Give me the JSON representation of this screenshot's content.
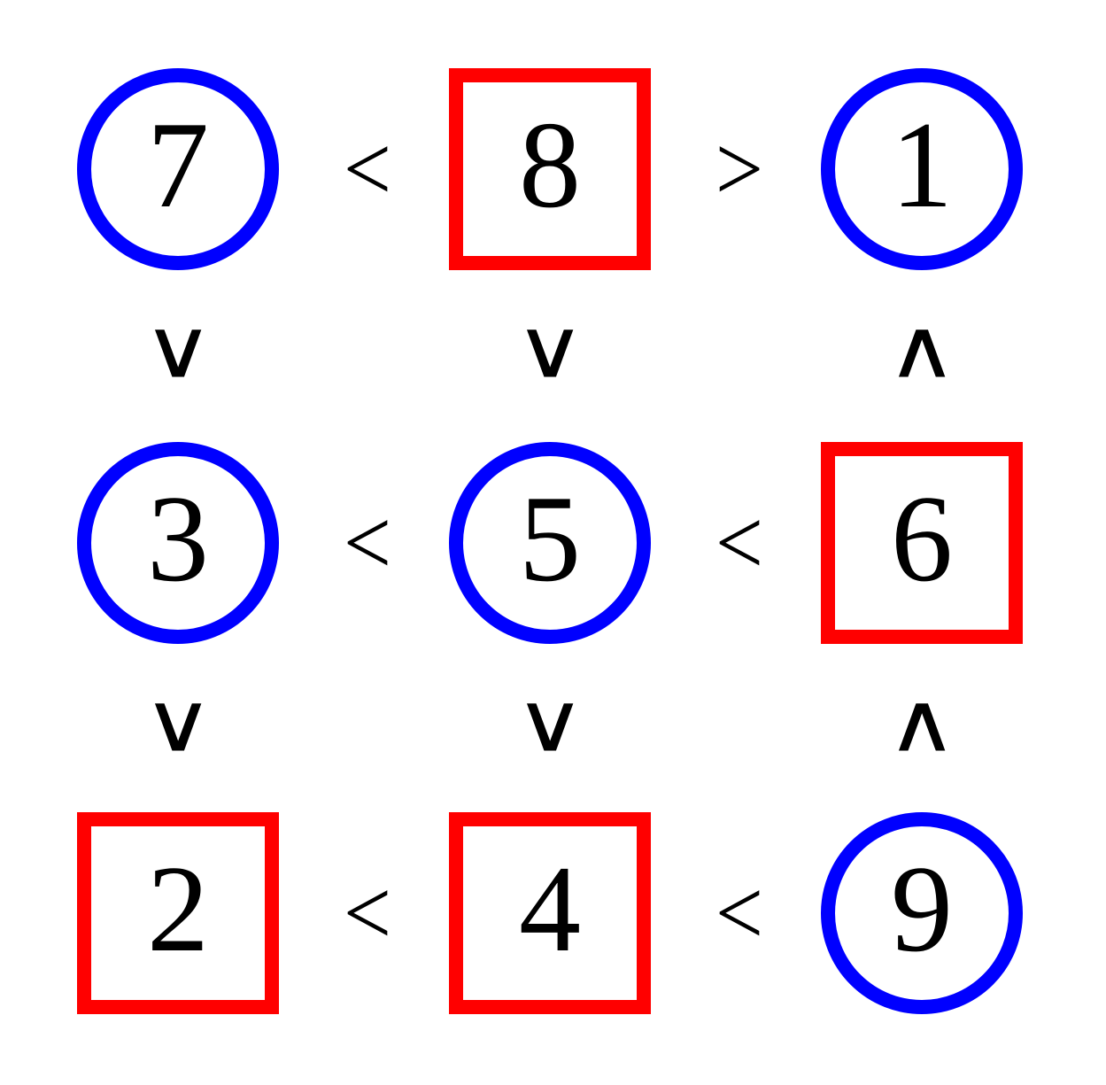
{
  "puzzle": {
    "kind": "futoshiki-inequality-grid",
    "rows": 3,
    "columns": 3,
    "background_color": "#ffffff",
    "shape_colors": {
      "circle_border": "#0000ff",
      "square_border": "#ff0000",
      "cell_fill": "#ffffff",
      "digit_color": "#000000",
      "operator_color": "#000000"
    },
    "cells": [
      {
        "id": "cell-r1c1",
        "row": 1,
        "col": 1,
        "value": "7",
        "shape": "circle",
        "color": "#0000ff"
      },
      {
        "id": "cell-r1c2",
        "row": 1,
        "col": 2,
        "value": "8",
        "shape": "square",
        "color": "#ff0000"
      },
      {
        "id": "cell-r1c3",
        "row": 1,
        "col": 3,
        "value": "1",
        "shape": "circle",
        "color": "#0000ff"
      },
      {
        "id": "cell-r2c1",
        "row": 2,
        "col": 1,
        "value": "3",
        "shape": "circle",
        "color": "#0000ff"
      },
      {
        "id": "cell-r2c2",
        "row": 2,
        "col": 2,
        "value": "5",
        "shape": "circle",
        "color": "#0000ff"
      },
      {
        "id": "cell-r2c3",
        "row": 2,
        "col": 3,
        "value": "6",
        "shape": "square",
        "color": "#ff0000"
      },
      {
        "id": "cell-r3c1",
        "row": 3,
        "col": 1,
        "value": "2",
        "shape": "square",
        "color": "#ff0000"
      },
      {
        "id": "cell-r3c2",
        "row": 3,
        "col": 2,
        "value": "4",
        "shape": "square",
        "color": "#ff0000"
      },
      {
        "id": "cell-r3c3",
        "row": 3,
        "col": 3,
        "value": "9",
        "shape": "circle",
        "color": "#0000ff"
      }
    ],
    "horizontal_operators": [
      {
        "id": "op-h-r1-c1c2",
        "row": 1,
        "between": [
          1,
          2
        ],
        "symbol": "<",
        "meaning": "less-than"
      },
      {
        "id": "op-h-r1-c2c3",
        "row": 1,
        "between": [
          2,
          3
        ],
        "symbol": ">",
        "meaning": "greater-than"
      },
      {
        "id": "op-h-r2-c1c2",
        "row": 2,
        "between": [
          1,
          2
        ],
        "symbol": "<",
        "meaning": "less-than"
      },
      {
        "id": "op-h-r2-c2c3",
        "row": 2,
        "between": [
          2,
          3
        ],
        "symbol": "<",
        "meaning": "less-than"
      },
      {
        "id": "op-h-r3-c1c2",
        "row": 3,
        "between": [
          1,
          2
        ],
        "symbol": "<",
        "meaning": "less-than"
      },
      {
        "id": "op-h-r3-c2c3",
        "row": 3,
        "between": [
          2,
          3
        ],
        "symbol": "<",
        "meaning": "less-than"
      }
    ],
    "vertical_operators": [
      {
        "id": "op-v-c1-r1r2",
        "col": 1,
        "between": [
          1,
          2
        ],
        "symbol": "∨",
        "meaning": "greater-than-downward"
      },
      {
        "id": "op-v-c2-r1r2",
        "col": 2,
        "between": [
          1,
          2
        ],
        "symbol": "∨",
        "meaning": "greater-than-downward"
      },
      {
        "id": "op-v-c3-r1r2",
        "col": 3,
        "between": [
          1,
          2
        ],
        "symbol": "∧",
        "meaning": "less-than-downward"
      },
      {
        "id": "op-v-c1-r2r3",
        "col": 1,
        "between": [
          2,
          3
        ],
        "symbol": "∨",
        "meaning": "greater-than-downward"
      },
      {
        "id": "op-v-c2-r2r3",
        "col": 2,
        "between": [
          2,
          3
        ],
        "symbol": "∨",
        "meaning": "greater-than-downward"
      },
      {
        "id": "op-v-c3-r2r3",
        "col": 3,
        "between": [
          2,
          3
        ],
        "symbol": "∧",
        "meaning": "less-than-downward"
      }
    ]
  }
}
